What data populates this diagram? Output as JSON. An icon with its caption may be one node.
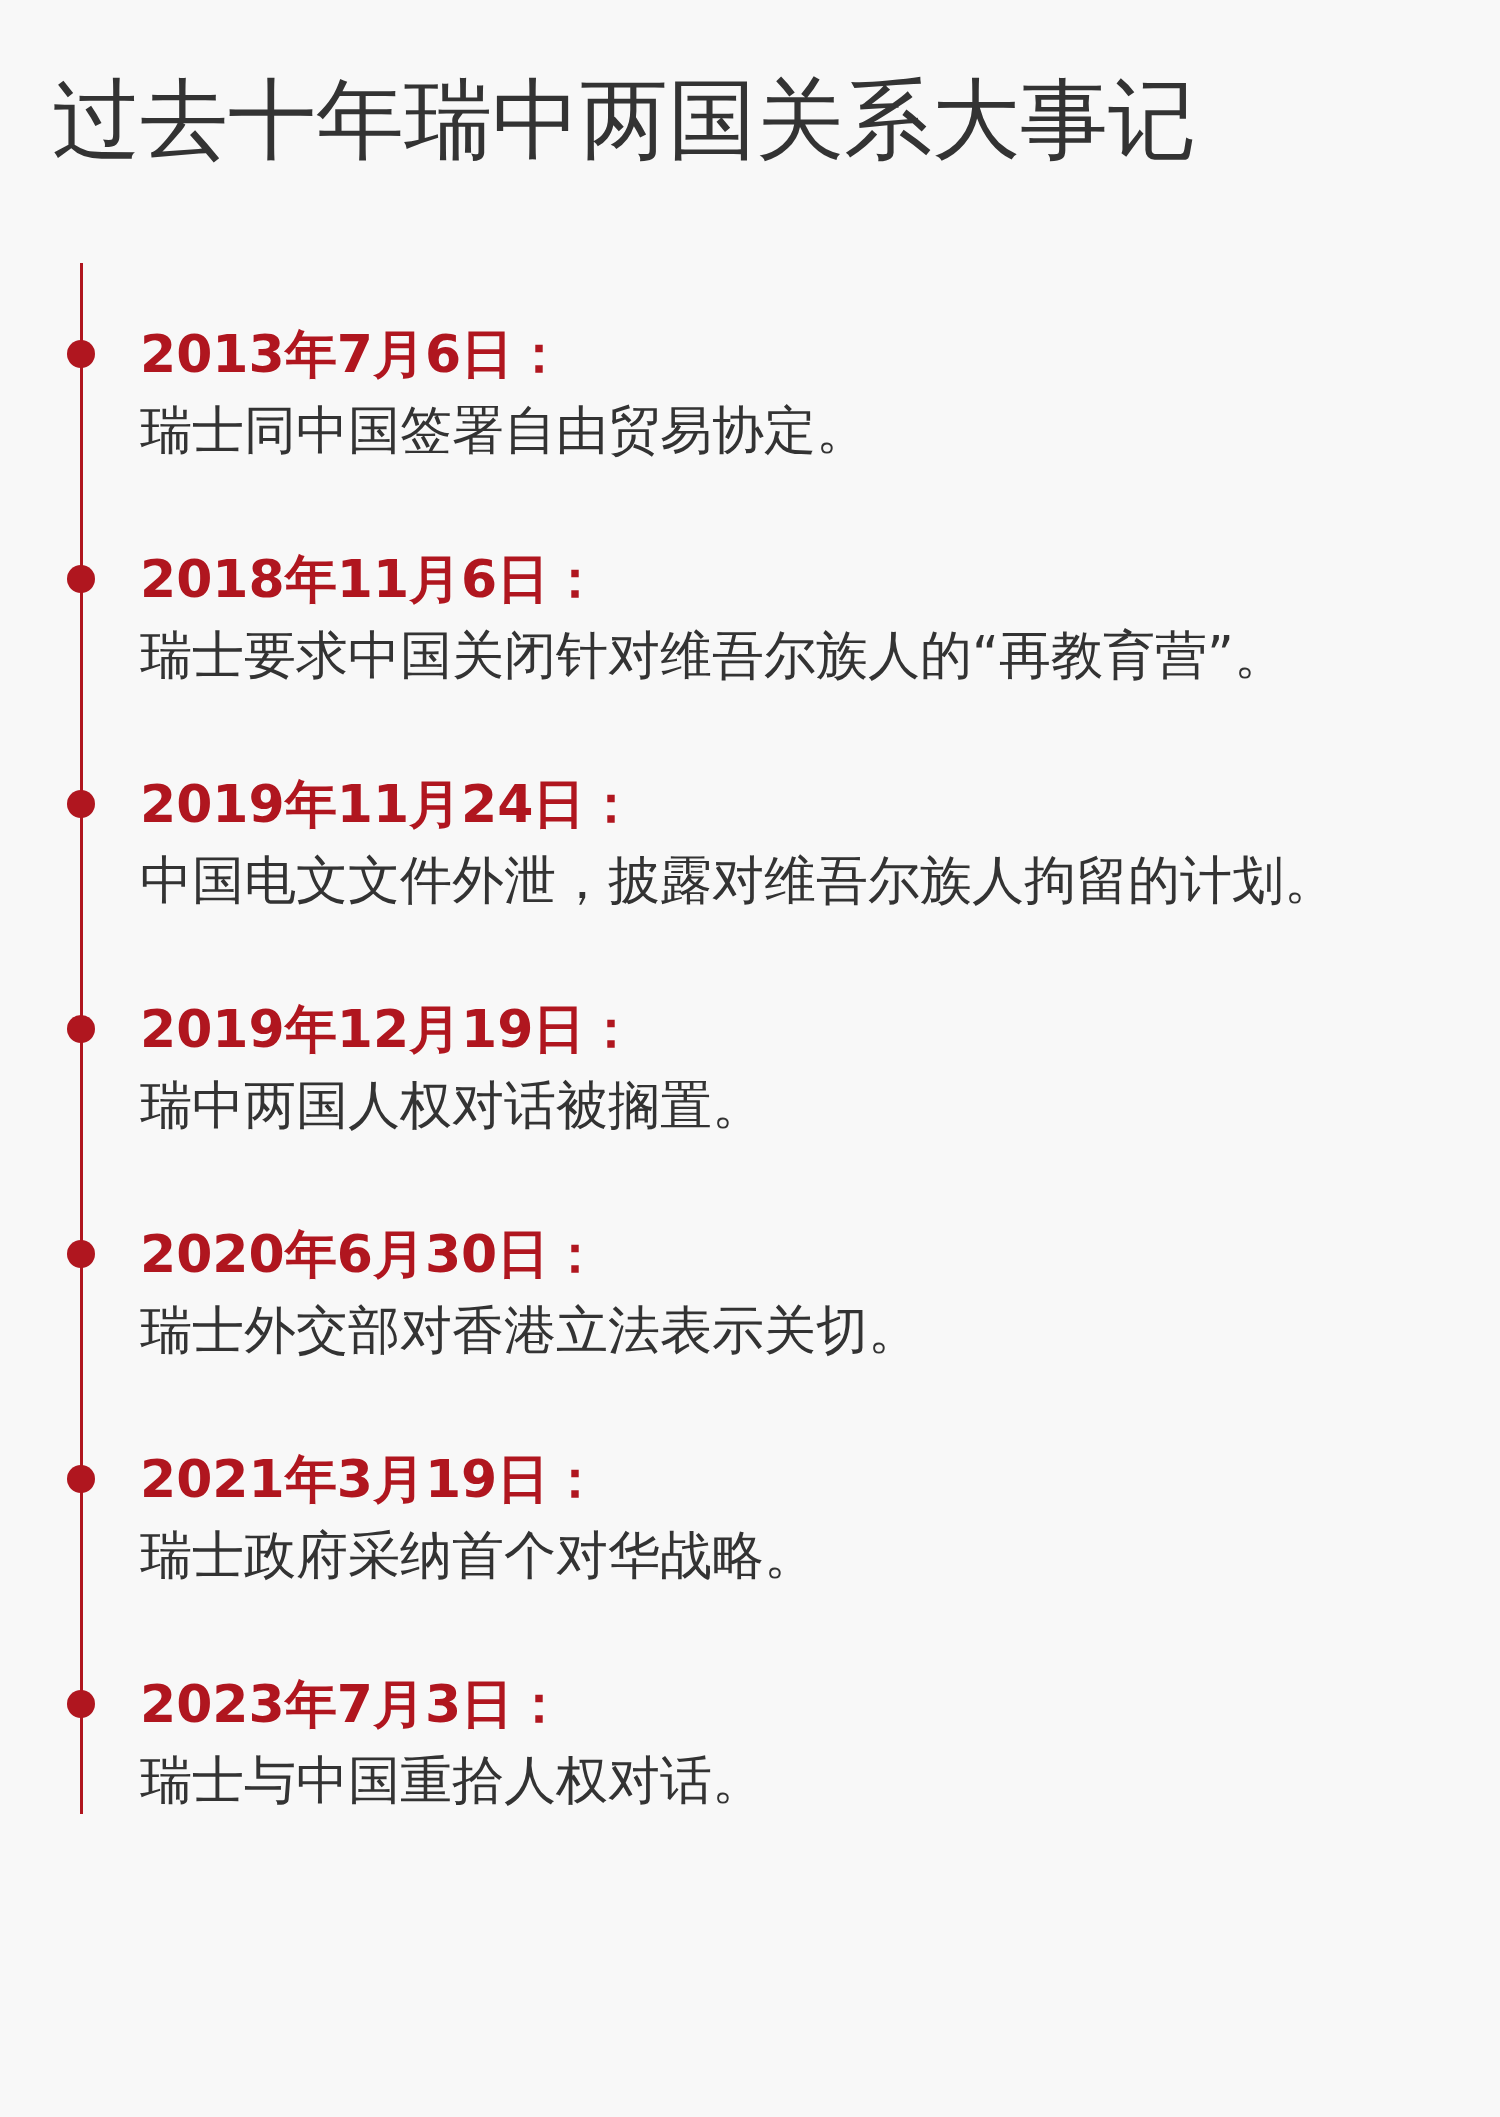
{
  "diagram": {
    "title": "过去十年瑞中两国关系大事记",
    "labels": [
      "2013年7月6日：",
      "瑞士同中国签署自由贸易协定。",
      "2018年11月6日：",
      "瑞士要求中国关闭针对维吾尔族人的“再教育营”。",
      "2019年11月24日：",
      "中国电文文件外泄，披露对维吾尔族人拘留的计划。",
      "2019年12月19日：",
      "瑞中两国人权对话被搁置。",
      "2020年6月30日：",
      "瑞士外交部对香港立法表示关切。",
      "2021年3月19日：",
      "瑞士政府采纳首个对华战略。",
      "2023年7月3日：",
      "瑞士与中国重拾人权对话。"
    ]
  }
}
